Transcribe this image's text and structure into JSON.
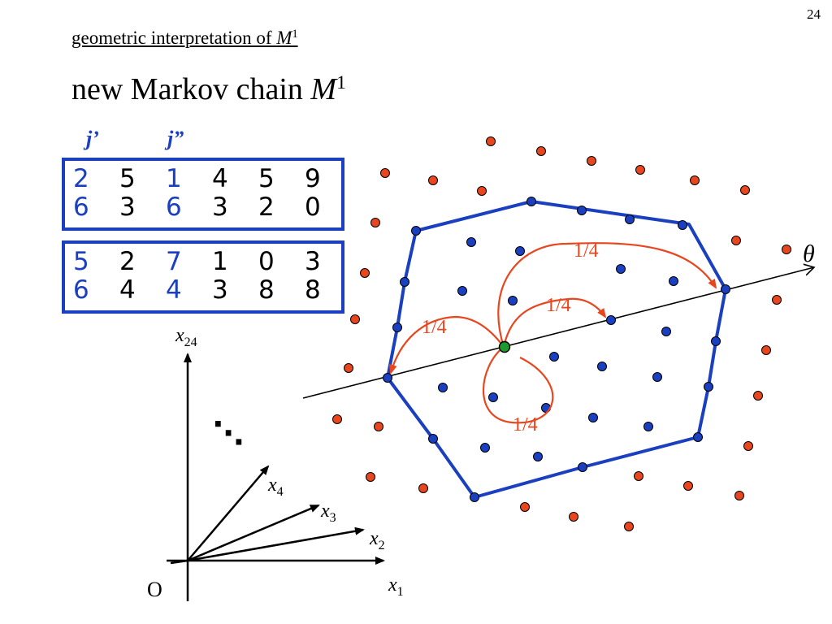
{
  "slide": {
    "page_number": "24",
    "heading": {
      "text": "geometric interpretation of ",
      "var": "M",
      "sup": "1"
    },
    "title": {
      "text": "new Markov chain ",
      "var": "M",
      "sup": "1"
    },
    "column_labels": [
      "j’",
      "j”"
    ]
  },
  "tables": [
    {
      "rows": [
        [
          {
            "v": "2",
            "hl": true
          },
          {
            "v": "5"
          },
          {
            "v": "1",
            "hl": true
          },
          {
            "v": "4"
          },
          {
            "v": "5"
          },
          {
            "v": "9"
          }
        ],
        [
          {
            "v": "6",
            "hl": true
          },
          {
            "v": "3"
          },
          {
            "v": "6",
            "hl": true
          },
          {
            "v": "3"
          },
          {
            "v": "2"
          },
          {
            "v": "0"
          }
        ]
      ]
    },
    {
      "rows": [
        [
          {
            "v": "5",
            "hl": true
          },
          {
            "v": "2"
          },
          {
            "v": "7",
            "hl": true
          },
          {
            "v": "1"
          },
          {
            "v": "0"
          },
          {
            "v": "3"
          }
        ],
        [
          {
            "v": "6",
            "hl": true
          },
          {
            "v": "4"
          },
          {
            "v": "4",
            "hl": true
          },
          {
            "v": "3"
          },
          {
            "v": "8"
          },
          {
            "v": "8"
          }
        ]
      ]
    }
  ],
  "axes": {
    "origin": "O",
    "labels": [
      {
        "base": "x",
        "sub": "24"
      },
      {
        "base": "x",
        "sub": "4"
      },
      {
        "base": "x",
        "sub": "3"
      },
      {
        "base": "x",
        "sub": "2"
      },
      {
        "base": "x",
        "sub": "1"
      }
    ],
    "ellipsis": "⋱"
  },
  "diagram": {
    "theta": "θ",
    "probabilities": [
      "1/4",
      "1/4",
      "1/4",
      "1/4"
    ],
    "colors": {
      "blue": "#1a3fbf",
      "red": "#e8461e",
      "green": "#1f9a2e",
      "arrow": "#e8461e"
    }
  }
}
